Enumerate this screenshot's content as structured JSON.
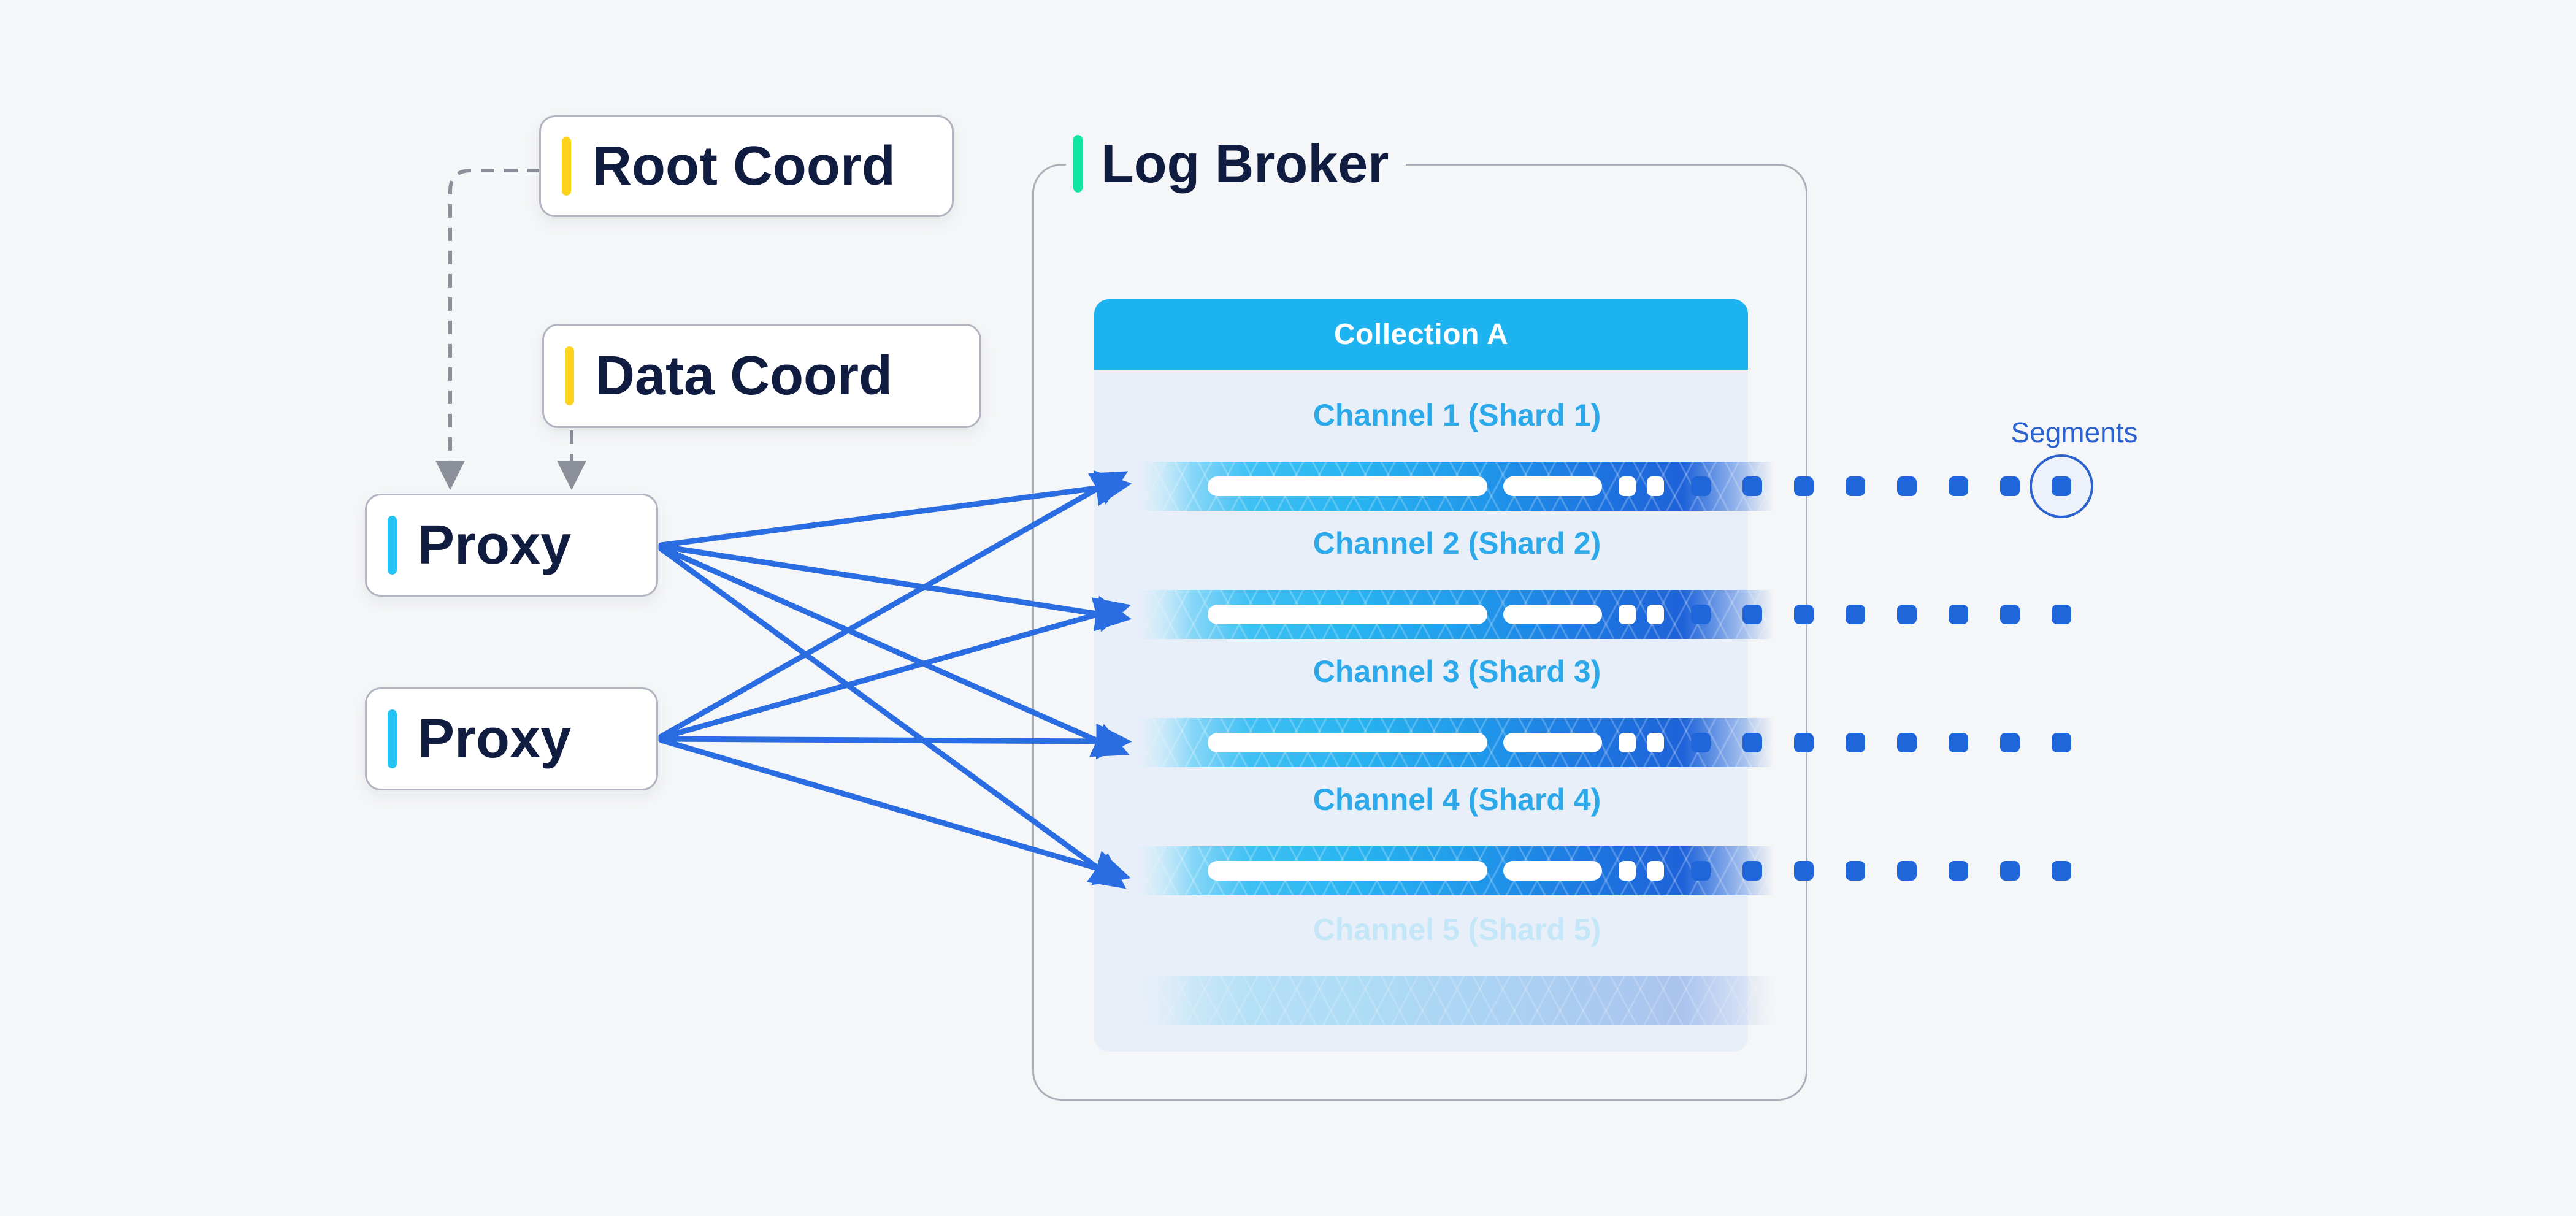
{
  "diagram": {
    "nodes": {
      "root_coord": {
        "label": "Root Coord",
        "accent_color": "#FFD21E"
      },
      "data_coord": {
        "label": "Data Coord",
        "accent_color": "#FFD21E"
      },
      "proxy_1": {
        "label": "Proxy",
        "accent_color": "#25C2F4"
      },
      "proxy_2": {
        "label": "Proxy",
        "accent_color": "#25C2F4"
      }
    },
    "log_broker": {
      "label": "Log Broker",
      "accent_color": "#11E5A4"
    },
    "collection": {
      "header": "Collection A",
      "header_color": "#1DB3F0"
    },
    "channels": [
      {
        "label": "Channel 1 (Shard 1)",
        "faded": false,
        "segment_count": 8,
        "last_segment_circled": true
      },
      {
        "label": "Channel 2 (Shard 2)",
        "faded": false,
        "segment_count": 8,
        "last_segment_circled": false
      },
      {
        "label": "Channel 3 (Shard 3)",
        "faded": false,
        "segment_count": 8,
        "last_segment_circled": false
      },
      {
        "label": "Channel 4 (Shard 4)",
        "faded": false,
        "segment_count": 8,
        "last_segment_circled": false
      },
      {
        "label": "Channel 5 (Shard 5)",
        "faded": true,
        "segment_count": 0,
        "last_segment_circled": false
      }
    ],
    "segments_label": "Segments",
    "colors": {
      "background": "#F5F6F7",
      "navy_text": "#101D40",
      "channel_label": "#2CA9EA",
      "channel_label_faded": "#C3E6F8",
      "segment_dot": "#1E66D9",
      "arrow_blue": "#2A6CE2",
      "dashed_gray": "#8B8F99",
      "panel_bg": "#E9EFF8",
      "segments_text": "#2B62CF"
    }
  }
}
